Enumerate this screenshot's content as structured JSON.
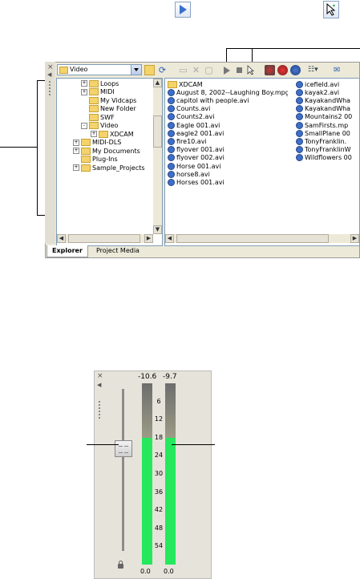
{
  "explorer": {
    "combo_value": "Video",
    "tree_items": [
      {
        "label": "Loops",
        "indent": 1,
        "expander": "+"
      },
      {
        "label": "MIDI",
        "indent": 1,
        "expander": "+"
      },
      {
        "label": "My Vidcaps",
        "indent": 1,
        "expander": ""
      },
      {
        "label": "New Folder",
        "indent": 1,
        "expander": ""
      },
      {
        "label": "SWF",
        "indent": 1,
        "expander": ""
      },
      {
        "label": "Video",
        "indent": 1,
        "expander": "-"
      },
      {
        "label": "XDCAM",
        "indent": 2,
        "expander": "+"
      },
      {
        "label": "MIDI-DLS",
        "indent": 0,
        "expander": "+"
      },
      {
        "label": "My Documents",
        "indent": 0,
        "expander": "+"
      },
      {
        "label": "Plug-Ins",
        "indent": 0,
        "expander": ""
      },
      {
        "label": "Sample_Projects",
        "indent": 0,
        "expander": "+"
      }
    ],
    "files_col1": [
      {
        "label": "XDCAM",
        "type": "folder"
      },
      {
        "label": "August 8, 2002--Laughing Boy.mpg",
        "type": "video"
      },
      {
        "label": "capitol with people.avi",
        "type": "video"
      },
      {
        "label": "Counts.avi",
        "type": "video"
      },
      {
        "label": "Counts2.avi",
        "type": "video"
      },
      {
        "label": "Eagle 001.avi",
        "type": "video"
      },
      {
        "label": "eagle2 001.avi",
        "type": "video"
      },
      {
        "label": "fire10.avi",
        "type": "video"
      },
      {
        "label": "flyover 001.avi",
        "type": "video"
      },
      {
        "label": "flyover 002.avi",
        "type": "video"
      },
      {
        "label": "Horse 001.avi",
        "type": "video"
      },
      {
        "label": "horse8.avi",
        "type": "video"
      },
      {
        "label": "Horses 001.avi",
        "type": "video"
      }
    ],
    "files_col2": [
      {
        "label": "icefield.avi",
        "type": "video"
      },
      {
        "label": "kayak2.avi",
        "type": "video"
      },
      {
        "label": "KayakandWha",
        "type": "video"
      },
      {
        "label": "KayakandWha",
        "type": "video"
      },
      {
        "label": "Mountains2 00",
        "type": "video"
      },
      {
        "label": "SamFirsts.mp",
        "type": "video"
      },
      {
        "label": "SmallPlane 00",
        "type": "video"
      },
      {
        "label": "TonyFranklin.",
        "type": "video"
      },
      {
        "label": "TonyFranklinW",
        "type": "video"
      },
      {
        "label": "Wildflowers 00",
        "type": "video"
      }
    ],
    "tabs": [
      "Explorer",
      "Project Media"
    ]
  },
  "meter": {
    "peak_left": "-10.6",
    "peak_right": "-9.7",
    "bottom_left": "0.0",
    "bottom_right": "0.0",
    "scale": [
      "6",
      "12",
      "18",
      "24",
      "30",
      "36",
      "42",
      "48",
      "54"
    ],
    "level_left_db": -18,
    "level_right_db": -18
  },
  "colors": {
    "level_green": "#25e85c",
    "folder_yellow": "#f4d36b"
  }
}
